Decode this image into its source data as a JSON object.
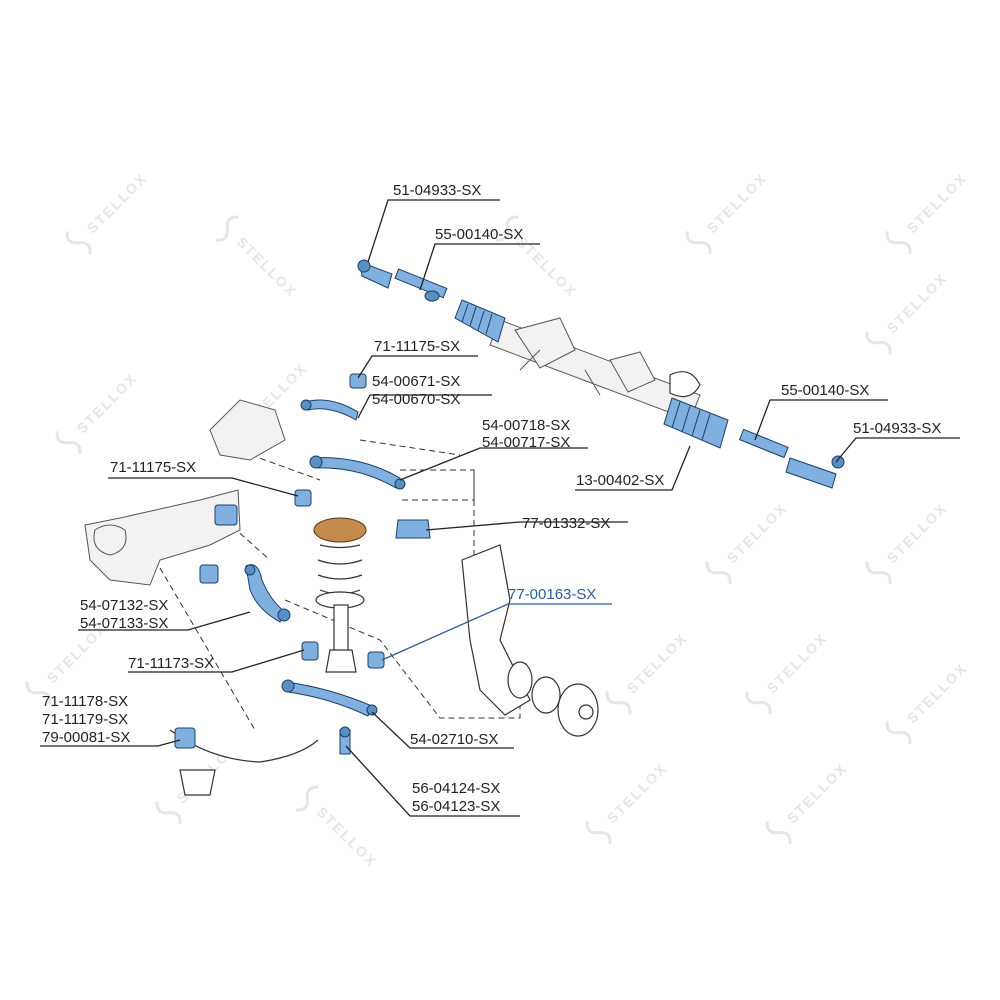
{
  "watermark": {
    "text": "STELLOX"
  },
  "colors": {
    "label": "#222222",
    "highlight": "#2a5d96",
    "part_blue": "#7fb0e0",
    "spring_brown": "#c48a4e",
    "watermark": "#e6e6e6"
  },
  "labels": {
    "tie_rod_end_top": "51-04933-SX",
    "tie_rod_top": "55-00140-SX",
    "bushing_upper": "71-11175-SX",
    "upper_arm_a": "54-00671-SX",
    "upper_arm_b": "54-00670-SX",
    "upper_arm2_a": "54-00718-SX",
    "upper_arm2_b": "54-00717-SX",
    "tie_rod_right": "55-00140-SX",
    "tie_rod_end_right": "51-04933-SX",
    "bushing_left": "71-11175-SX",
    "steering_rack": "13-00402-SX",
    "strut_mount": "77-01332-SX",
    "wheel_bearing_support": "77-00163-SX",
    "lower_arm_a": "54-07132-SX",
    "lower_arm_b": "54-07133-SX",
    "bushing_lower": "71-11173-SX",
    "stab_bushing_a": "71-11178-SX",
    "stab_bushing_b": "71-11179-SX",
    "stab_bushing_c": "79-00081-SX",
    "lower_arm_rear": "54-02710-SX",
    "stab_link_a": "56-04124-SX",
    "stab_link_b": "56-04123-SX"
  }
}
